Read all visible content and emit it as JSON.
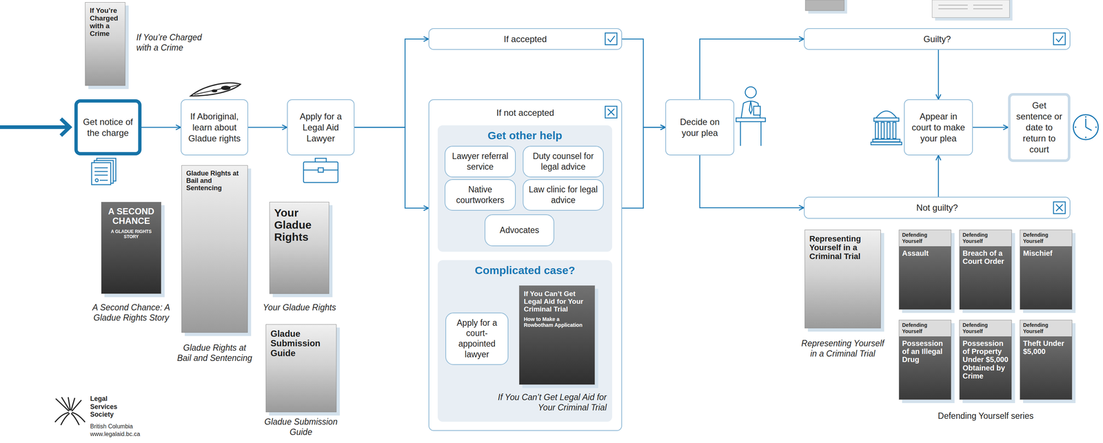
{
  "diagram": {
    "nodes": [
      {
        "text": [
          "Get notice of the charge"
        ]
      },
      {
        "text": [
          "If Aboriginal, learn about Gladue rights"
        ]
      },
      {
        "text": [
          "Apply for a Legal Aid Lawyer"
        ]
      },
      {
        "text": [
          "If accepted"
        ]
      },
      {
        "text": [
          "If not accepted"
        ]
      },
      {
        "text": [
          "Get other help"
        ],
        "in": 4
      },
      {
        "text": [
          "Lawyer referral service"
        ],
        "in": 5
      },
      {
        "text": [
          "Duty counsel for legal advice"
        ],
        "in": 5
      },
      {
        "text": [
          "Native courtworkers"
        ],
        "in": 5
      },
      {
        "text": [
          "Law clinic for legal advice"
        ],
        "in": 5
      },
      {
        "text": [
          "Advocates"
        ],
        "in": 5
      },
      {
        "text": [
          "Complicated case?"
        ],
        "in": 4
      },
      {
        "text": [
          "Apply for a court-appointed lawyer"
        ],
        "in": 11
      },
      {
        "text": [
          "If You Can’t Get Legal Aid for Your Criminal Trial",
          "How to Make a Rowbotham Application",
          "If You Can’t Get Legal Aid for Your Criminal Trial"
        ],
        "in": 11
      },
      {
        "text": [
          "Decide on your plea"
        ]
      },
      {
        "text": [
          "Guilty?"
        ]
      },
      {
        "text": [
          "Not guilty?"
        ]
      },
      {
        "text": [
          "Appear in court to make your plea"
        ]
      },
      {
        "text": [
          "Get sentence or date to return to court"
        ]
      },
      {
        "text": [
          "If You’re Charged with a Crime",
          "If You’re Charged with a Crime"
        ]
      },
      {
        "text": [
          "A SECOND CHANCE",
          "A GLADUE RIGHTS STORY",
          "A Second Chance: A Gladue Rights Story"
        ]
      },
      {
        "text": [
          "Gladue Rights at Bail and Sentencing",
          "Gladue Rights at Bail and Sentencing"
        ]
      },
      {
        "text": [
          "Your Gladue Rights",
          "Your Gladue Rights"
        ]
      },
      {
        "text": [
          "Gladue Submission Guide",
          "Gladue Submission Guide"
        ]
      },
      {
        "text": [
          "Representing Yourself in a Criminal Trial",
          "Representing Yourself in a Criminal Trial"
        ]
      },
      {
        "text": [
          "Defending Yourself",
          "Assault"
        ]
      },
      {
        "text": [
          "Defending Yourself",
          "Breach of a Court Order"
        ]
      },
      {
        "text": [
          "Defending Yourself",
          "Mischief"
        ]
      },
      {
        "text": [
          "Defending Yourself",
          "Possession of an Illegal Drug"
        ]
      },
      {
        "text": [
          "Defending Yourself",
          "Possession of Property Under $5,000 Obtained by Crime"
        ]
      },
      {
        "text": [
          "Defending Yourself",
          "Theft Under $5,000"
        ]
      }
    ],
    "edges": [
      {
        "from": 0,
        "to": 1,
        "arrow": "to"
      },
      {
        "from": 1,
        "to": 2,
        "arrow": "to"
      },
      {
        "from": 2,
        "to": 3,
        "arrow": "to"
      },
      {
        "from": 2,
        "to": 4,
        "arrow": "to"
      },
      {
        "from": 3,
        "to": 14,
        "arrow": "to"
      },
      {
        "from": 4,
        "to": 14,
        "arrow": "to"
      },
      {
        "from": 14,
        "to": 15,
        "arrow": "to"
      },
      {
        "from": 14,
        "to": 16,
        "arrow": "to"
      },
      {
        "from": 15,
        "to": 17,
        "arrow": "to"
      },
      {
        "from": 16,
        "to": 17,
        "arrow": "to"
      },
      {
        "from": 17,
        "to": 18,
        "arrow": "to"
      }
    ],
    "labels": [
      "Legal Services Society",
      "British Columbia",
      "www.legalaid.bc.ca",
      "Defending Yourself series"
    ]
  }
}
